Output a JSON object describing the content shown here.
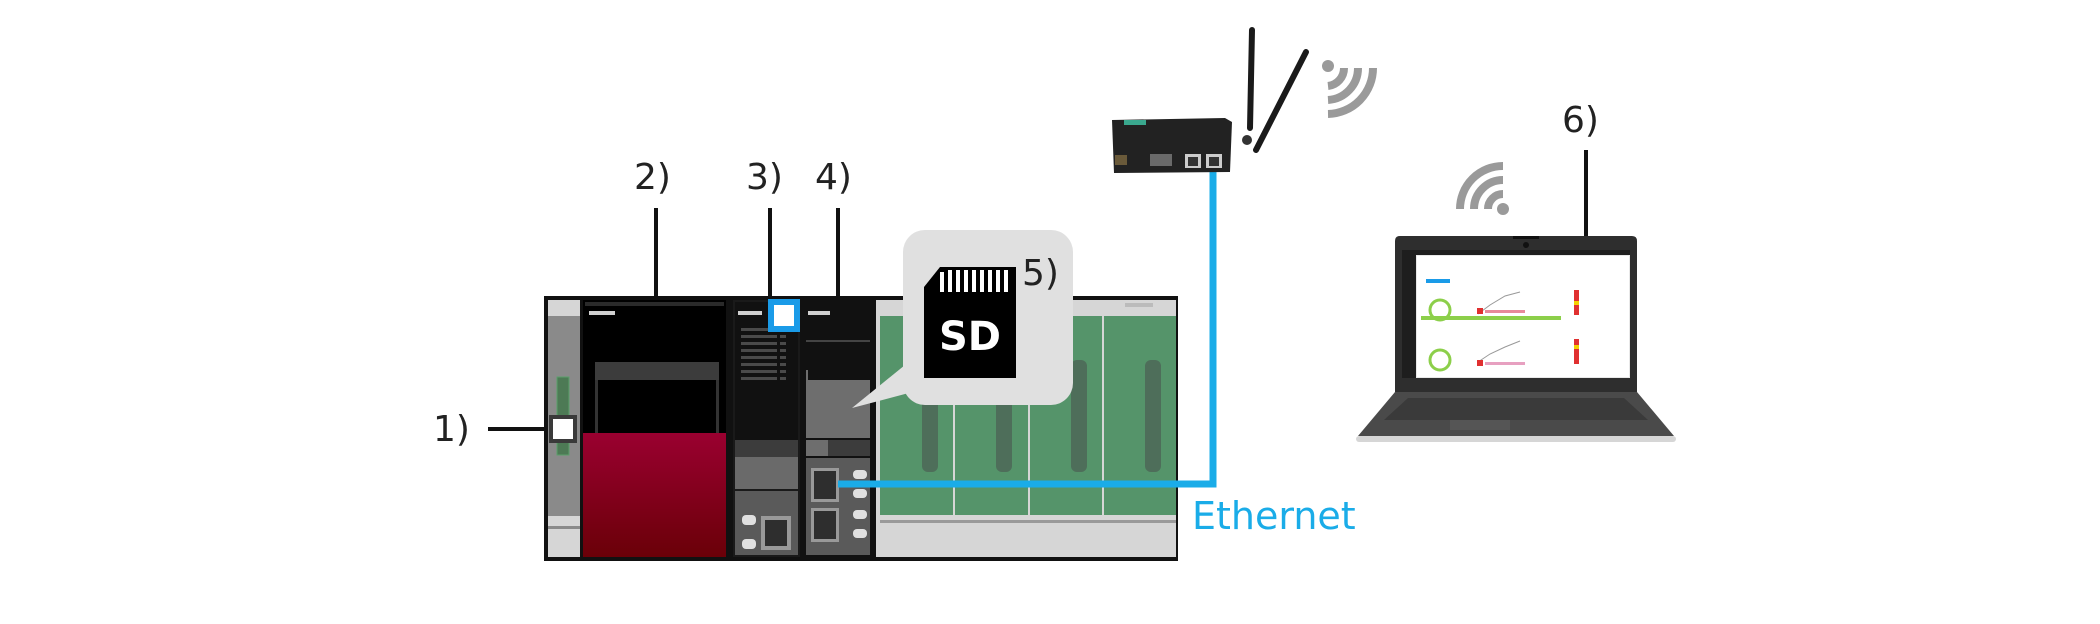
{
  "diagram": {
    "title": "PLC system with SD card logging and wireless access to laptop",
    "labels": {
      "item1": "1)",
      "item2": "2)",
      "item3": "3)",
      "item4": "4)",
      "item5": "5)",
      "item6": "6)"
    },
    "sd_card": {
      "text": "SD",
      "icon": "sd-card-icon"
    },
    "connection": {
      "label": "Ethernet"
    },
    "components": [
      {
        "id": "item1",
        "name": "base-unit",
        "icon": "base-unit-icon"
      },
      {
        "id": "item2",
        "name": "power-supply-module",
        "icon": "power-module-icon"
      },
      {
        "id": "item3",
        "name": "cpu-module",
        "icon": "cpu-module-icon"
      },
      {
        "id": "item4",
        "name": "data-logger-module",
        "icon": "logger-module-icon"
      },
      {
        "id": "item5",
        "name": "sd-memory-card",
        "icon": "sd-card-icon"
      },
      {
        "id": "item6",
        "name": "laptop-pc",
        "icon": "laptop-icon"
      }
    ],
    "wireless": [
      {
        "name": "access-point",
        "icon": "wifi-icon"
      },
      {
        "name": "laptop",
        "icon": "wifi-icon"
      }
    ],
    "colors": {
      "ethernet": "#1aace8",
      "marker_blue": "#1a9be8",
      "power_module": "#9a0030",
      "io_slots": "#55946a",
      "wifi": "#9a9a9a"
    }
  }
}
